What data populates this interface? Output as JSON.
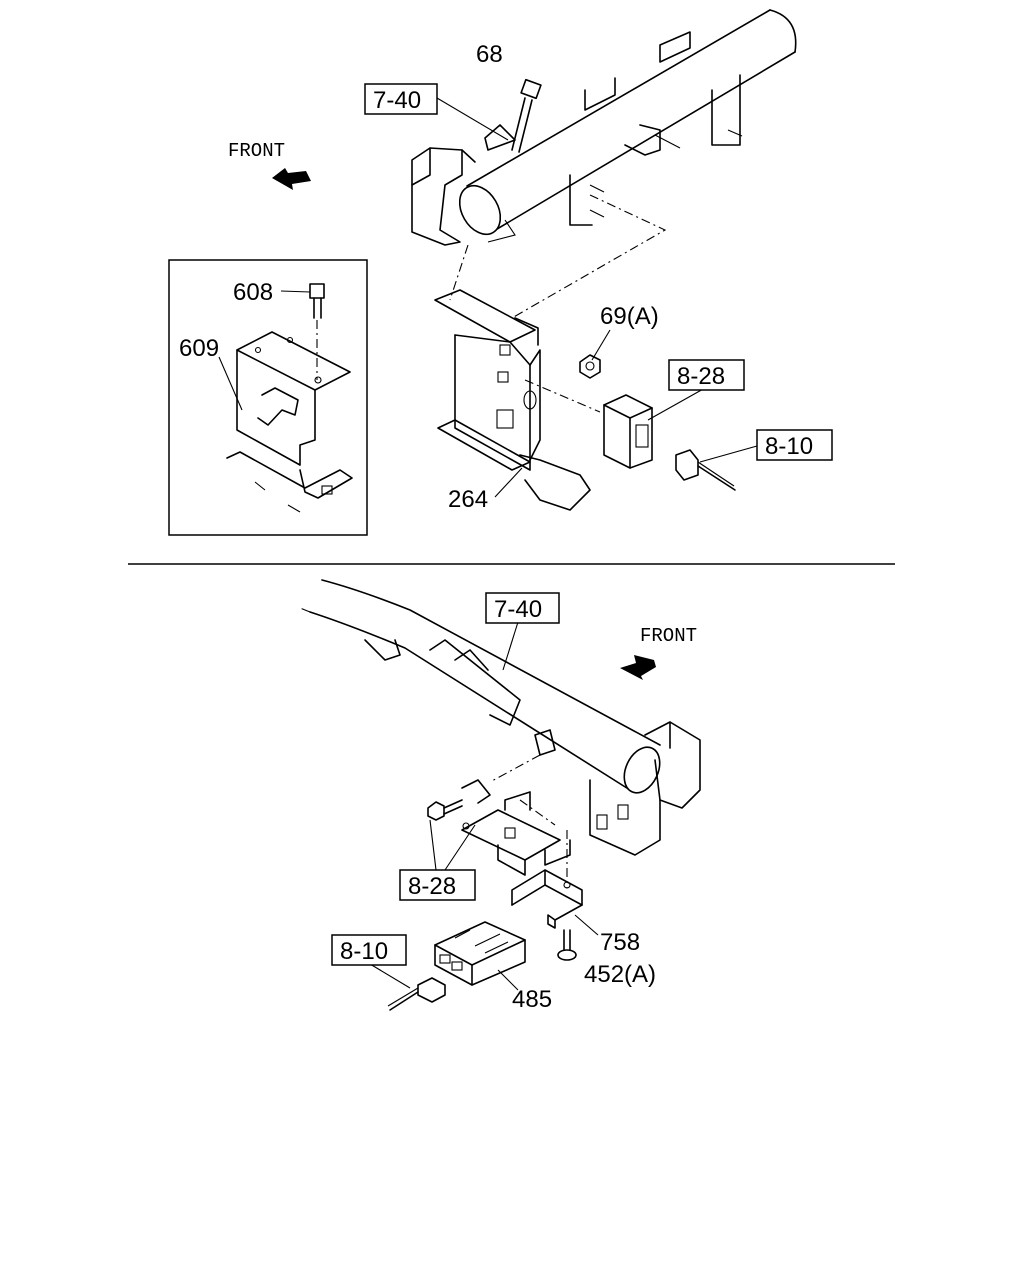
{
  "top_diagram": {
    "front_label": "FRONT",
    "refs": {
      "ref_7_40": "7-40",
      "ref_8_28": "8-28",
      "ref_8_10": "8-10"
    },
    "parts": {
      "p68": "68",
      "p608": "608",
      "p609": "609",
      "p69a": "69(A)",
      "p264": "264"
    }
  },
  "bottom_diagram": {
    "front_label": "FRONT",
    "refs": {
      "ref_7_40": "7-40",
      "ref_8_28": "8-28",
      "ref_8_10": "8-10"
    },
    "parts": {
      "p758": "758",
      "p452a": "452(A)",
      "p485": "485"
    }
  }
}
